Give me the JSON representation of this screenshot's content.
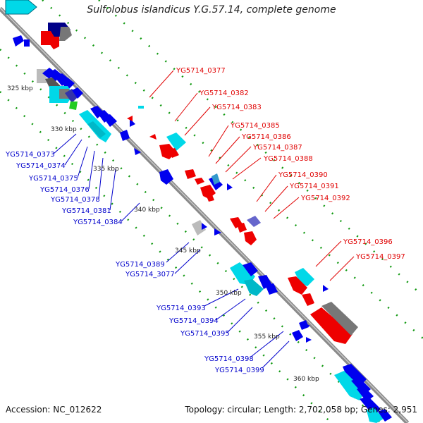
{
  "title": "Sulfolobus islandicus Y.G.57.14, complete genome",
  "footer": {
    "accession": "Accession: NC_012622",
    "summary": "Topology: circular; Length: 2,702,058 bp; Genes: 2,951"
  },
  "colors": {
    "backbone": "#888888",
    "forward_cds": "#ff0000",
    "reverse_cds": "#0000ff",
    "cyan_feature": "#00e0f0",
    "gray_feature": "#777777",
    "green_tick": "#119911"
  },
  "kbp_ticks": [
    "325 kbp",
    "330 kbp",
    "335 kbp",
    "340 kbp",
    "345 kbp",
    "350 kbp",
    "355 kbp",
    "360 kbp"
  ],
  "red_labels": [
    "YG5714_0377",
    "YG5714_0382",
    "YG5714_0383",
    "YG5714_0385",
    "YG5714_0386",
    "YG5714_0387",
    "YG5714_0388",
    "YG5714_0390",
    "YG5714_0391",
    "YG5714_0392",
    "YG5714_0396",
    "YG5714_0397"
  ],
  "blue_labels": [
    "YG5714_0373",
    "YG5714_0374",
    "YG5714_0375",
    "YG5714_0376",
    "YG5714_0378",
    "YG5714_0381",
    "YG5714_0384",
    "YG5714_0389",
    "YG5714_3077",
    "YG5714_0393",
    "YG5714_0394",
    "YG5714_0395",
    "YG5714_0398",
    "YG5714_0399"
  ]
}
